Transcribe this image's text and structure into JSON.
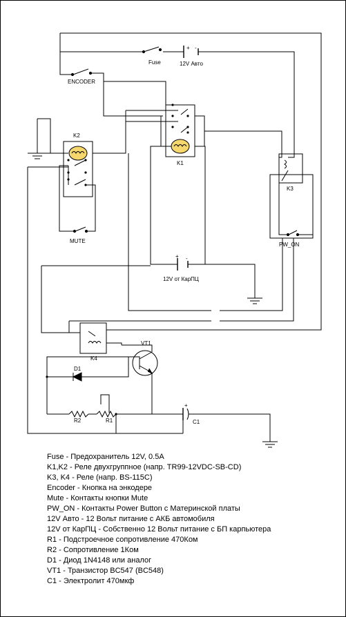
{
  "labels": {
    "fuse": "Fuse",
    "auto_12v": "12V Авто",
    "encoder": "ENCODER",
    "k1": "K1",
    "k2": "K2",
    "k3": "K3",
    "k4": "K4",
    "mute": "MUTE",
    "pw_on": "PW_ON",
    "carpc_12v": "12V от КарПЦ",
    "vt1": "VT1",
    "d1": "D1",
    "r1": "R1",
    "r2": "R2",
    "c1": "C1",
    "cap_plus_1": "+",
    "cap_minus_1": "-",
    "cap_plus_2": "+",
    "cap_minus_2": "-",
    "cap_plus_3": "+"
  },
  "legend": [
    "Fuse - Предохранитель 12V, 0.5А",
    "K1,K2 - Реле двухгруппное (напр. TR99-12VDC-SB-CD)",
    "K3, K4 - Реле (напр. BS-115C)",
    "Encoder - Кнопка на энкодере",
    "Mute - Контакты кнопки Mute",
    "PW_ON - Контакты Power Button с Материнской платы",
    "12V Авто - 12 Вольт питание с АКБ автомобиля",
    "12V от КарПЦ - Собственно 12 Вольт питание с БП карпьютера",
    "R1 - Подстроечное сопротивление 470Ком",
    "R2 - Сопротивление 1Ком",
    "D1 - Диод 1N4148 или аналог",
    "VT1 - Транзистор BC547 (BC548)",
    "C1 - Электролит 470мкф"
  ],
  "colors": {
    "line": "#000000",
    "coil_fill": "#f5d76e",
    "background": "#ffffff"
  }
}
